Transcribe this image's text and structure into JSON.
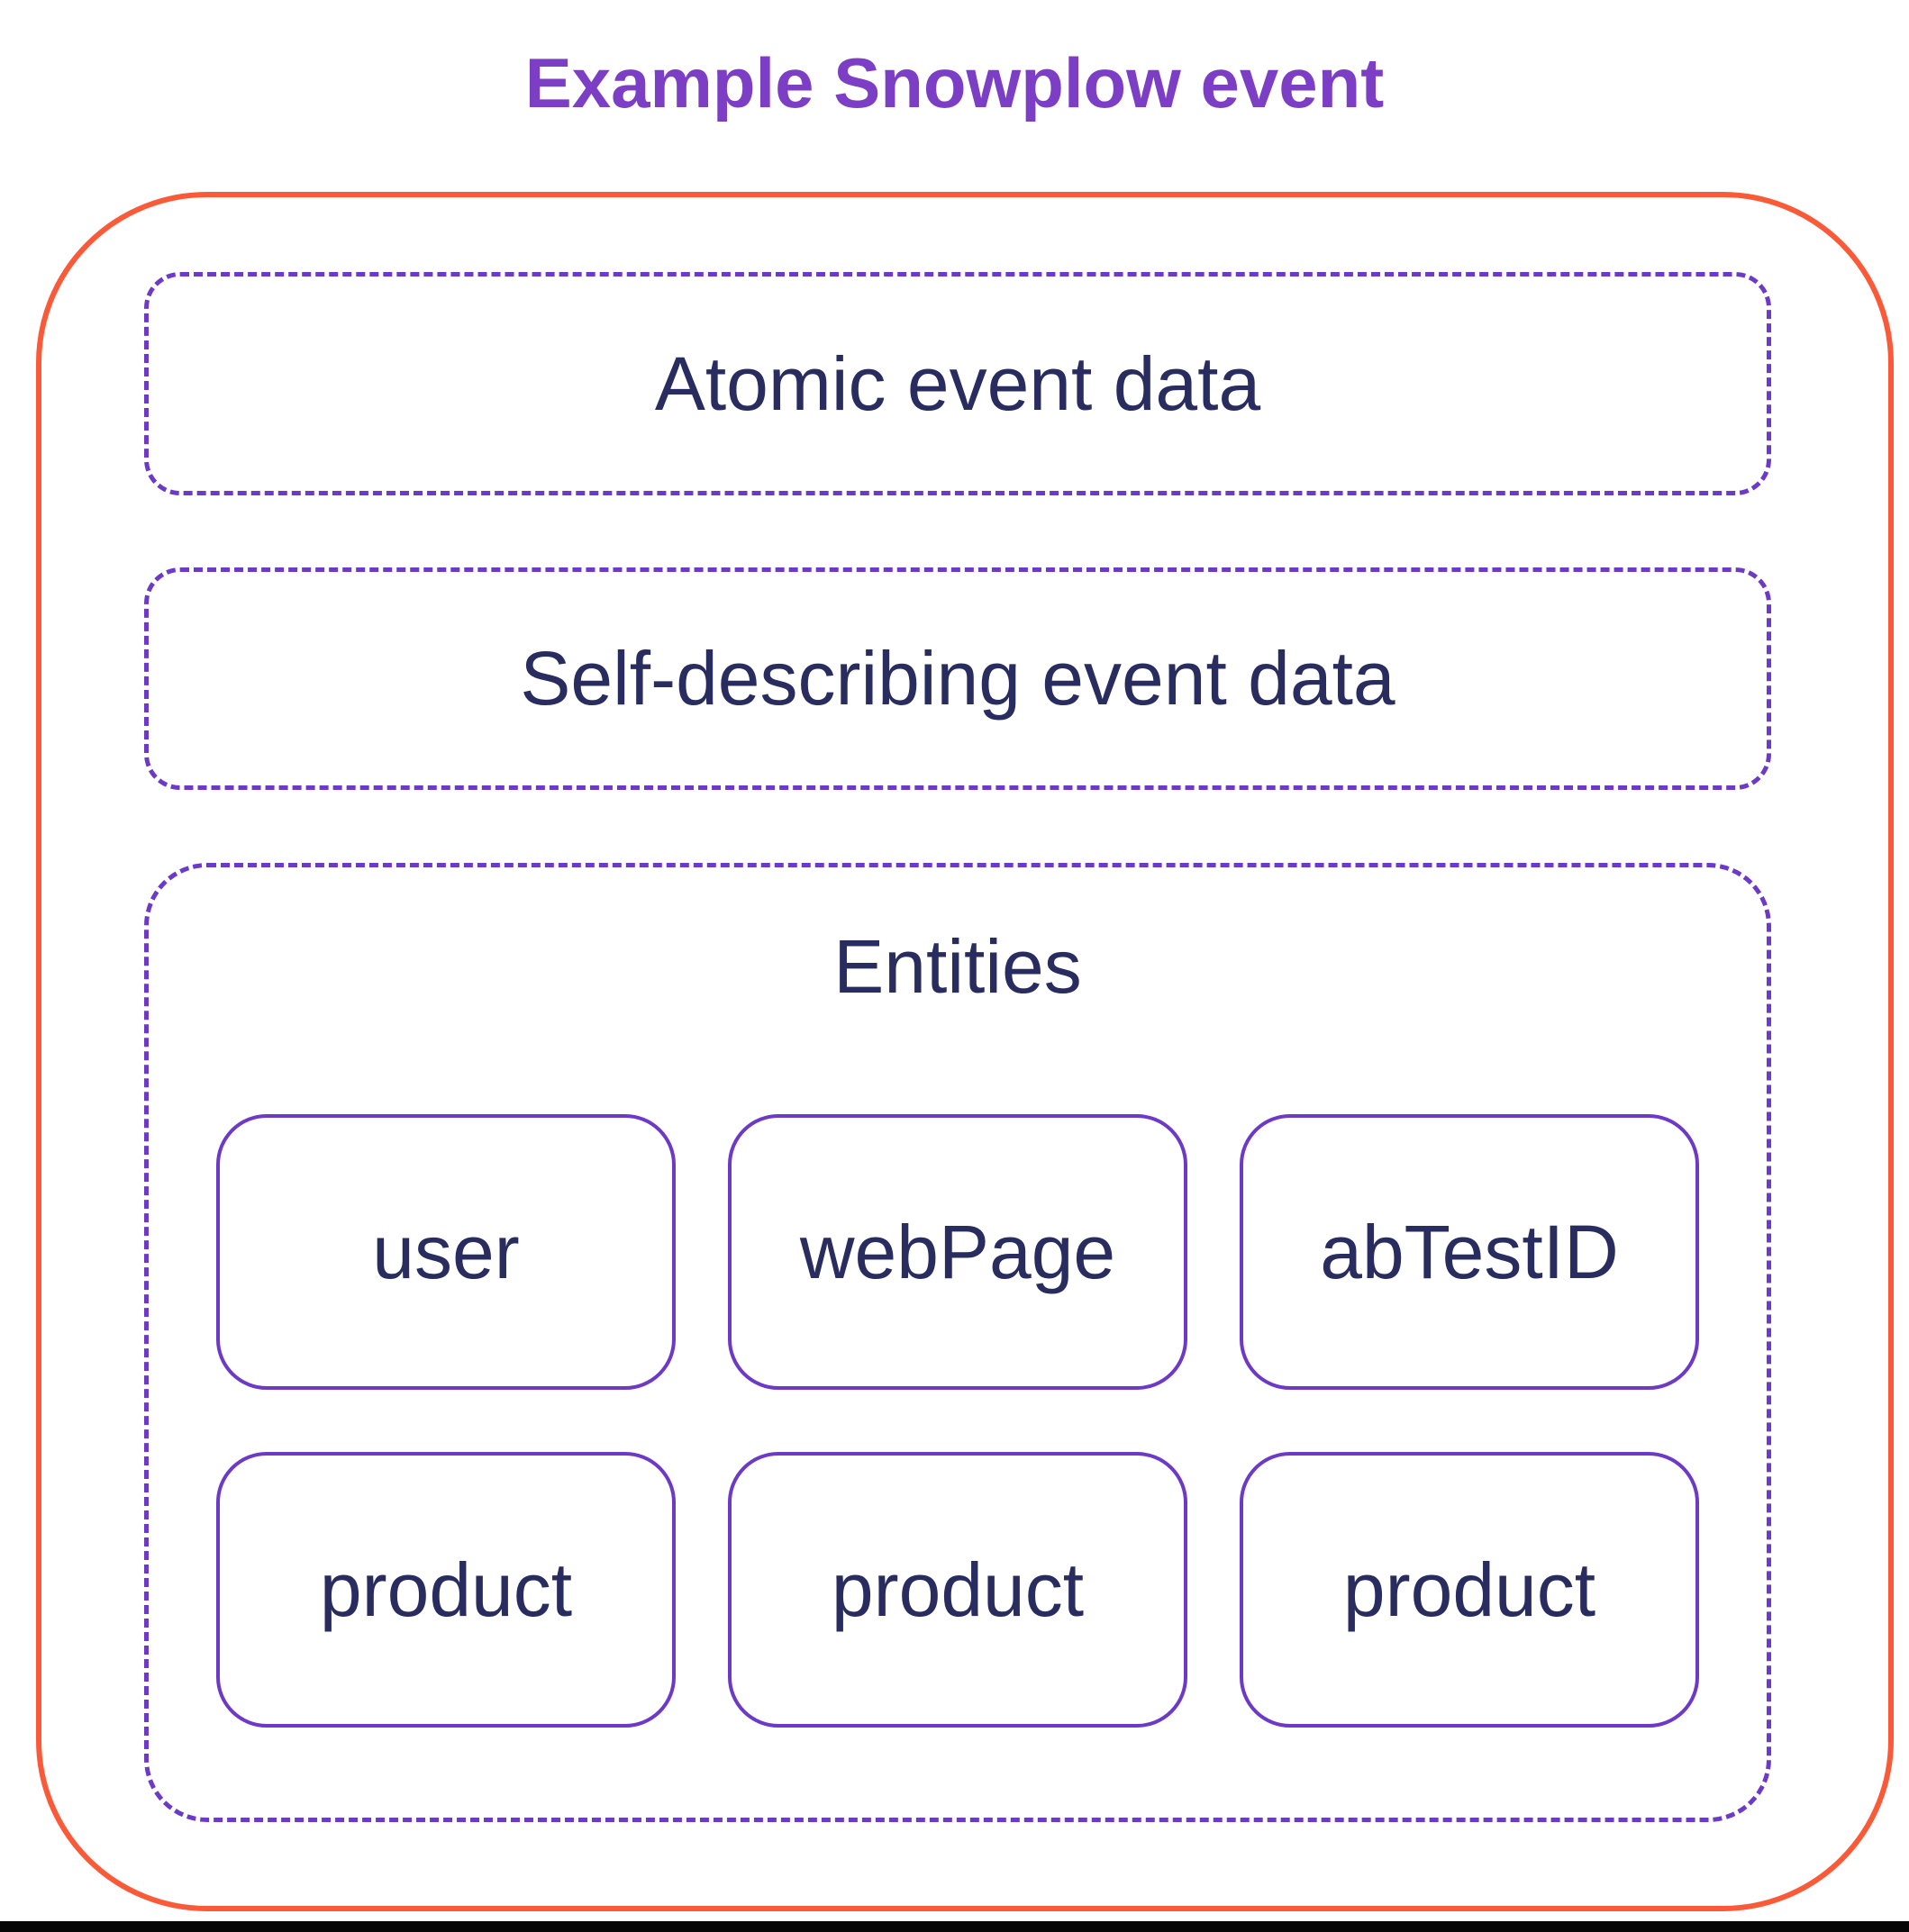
{
  "title": "Example Snowplow event",
  "sections": [
    {
      "label": "Atomic event data"
    },
    {
      "label": "Self-describing event data"
    }
  ],
  "entities": {
    "label": "Entities",
    "items": [
      "user",
      "webPage",
      "abTestID",
      "product",
      "product",
      "product"
    ]
  },
  "colors": {
    "background": "#ffffff",
    "title": "#7b3ec5",
    "outer_border": "#fa5a38",
    "dashed_border": "#6c3ac6",
    "entity_border": "#6c3ac6",
    "text": "#292c5e",
    "bottom_bar": "#060606"
  }
}
